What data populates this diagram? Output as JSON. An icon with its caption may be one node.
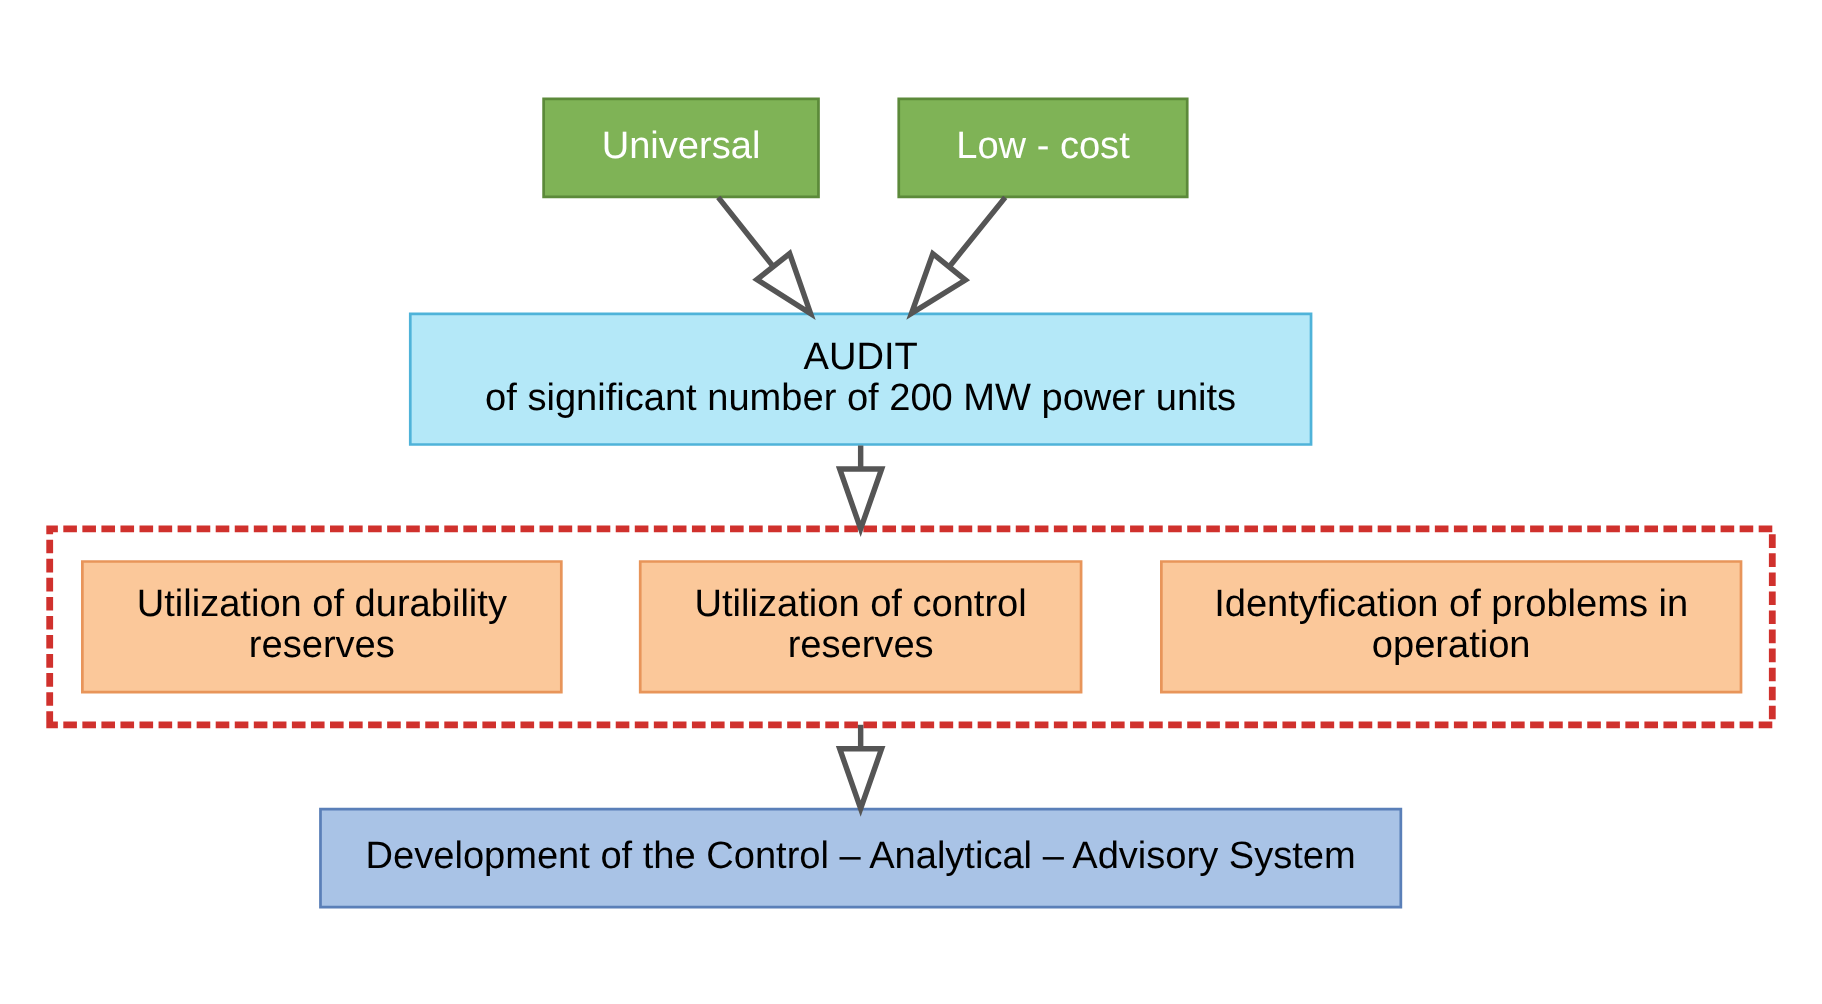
{
  "diagram": {
    "nodes": [
      {
        "text": [
          "Universal"
        ]
      },
      {
        "text": [
          "Low - cost"
        ]
      },
      {
        "text": [
          "AUDIT",
          "of significant number of 200 MW power units"
        ]
      },
      {
        "text": [],
        "shape": "box"
      },
      {
        "text": [
          "Utilization of durability reserves"
        ],
        "in": 3
      },
      {
        "text": [
          "Utilization of control reserves"
        ],
        "in": 3
      },
      {
        "text": [
          "Identyfication of problems in operation"
        ],
        "in": 3
      },
      {
        "text": [
          "Development of the Control – Analytical – Advisory System"
        ]
      }
    ],
    "edges": [
      {
        "from": 0,
        "to": 2,
        "arrow": "to"
      },
      {
        "from": 1,
        "to": 2,
        "arrow": "to"
      },
      {
        "from": 2,
        "to": 3,
        "arrow": "to"
      },
      {
        "from": 3,
        "to": 7,
        "arrow": "to"
      }
    ]
  }
}
